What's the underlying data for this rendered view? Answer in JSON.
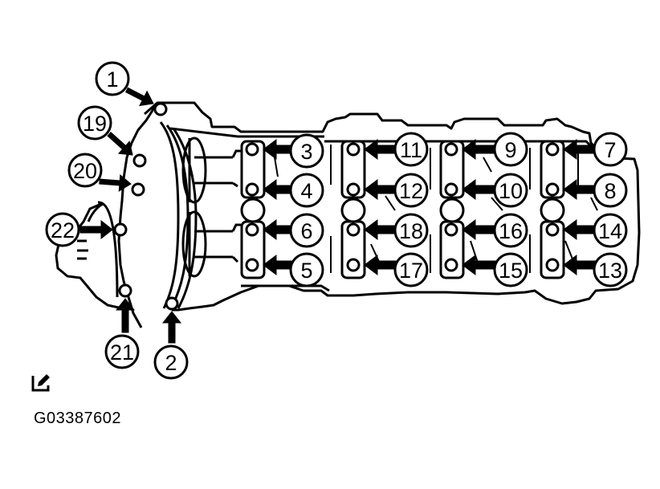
{
  "figure_id": "G03387602",
  "icon": "pencil-note-icon",
  "callouts": [
    "1",
    "2",
    "3",
    "4",
    "5",
    "6",
    "7",
    "8",
    "9",
    "10",
    "11",
    "12",
    "13",
    "14",
    "15",
    "16",
    "17",
    "18",
    "19",
    "20",
    "21",
    "22"
  ],
  "colors": {
    "ink": "#000000",
    "paper": "#ffffff"
  }
}
